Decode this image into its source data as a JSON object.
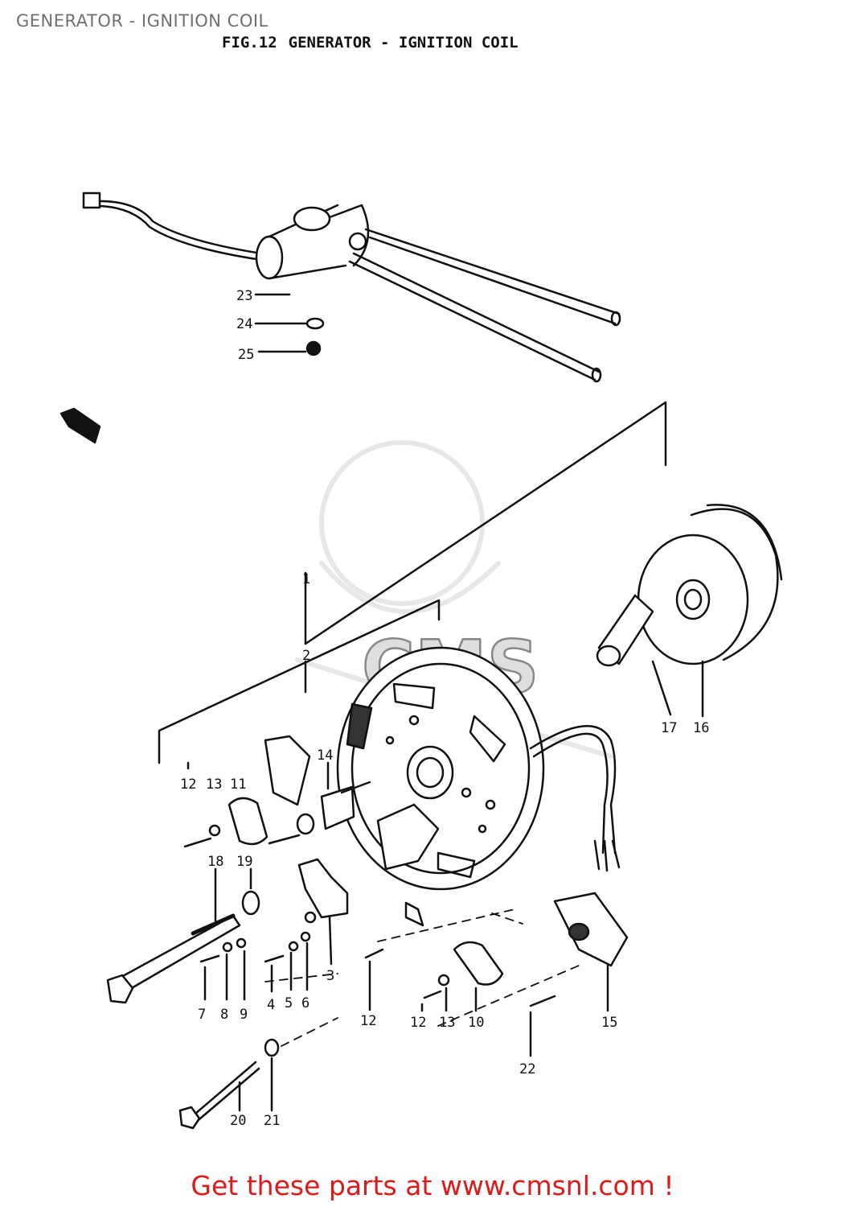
{
  "page_title": "GENERATOR - IGNITION COIL",
  "figure": {
    "number": "FIG.12",
    "title": "GENERATOR - IGNITION COIL"
  },
  "direction_marker": "FWD",
  "watermark": "CMS",
  "part_labels": {
    "p1": "1",
    "p2": "2",
    "p3": "3",
    "p4": "4",
    "p5": "5",
    "p6": "6",
    "p7": "7",
    "p8": "8",
    "p9": "9",
    "p10": "10",
    "p11": "11",
    "p12": "12",
    "p13": "13",
    "p14": "14",
    "p15": "15",
    "p16": "16",
    "p17": "17",
    "p18": "18",
    "p19": "19",
    "p20": "20",
    "p21": "21",
    "p22": "22",
    "p23": "23",
    "p24": "24",
    "p25": "25"
  },
  "footer": "Get these parts at www.cmsnl.com !",
  "colors": {
    "footer": "#e01818",
    "ink": "#111111",
    "page_title": "#6f6f6f",
    "watermark": "#bfbfbf"
  }
}
